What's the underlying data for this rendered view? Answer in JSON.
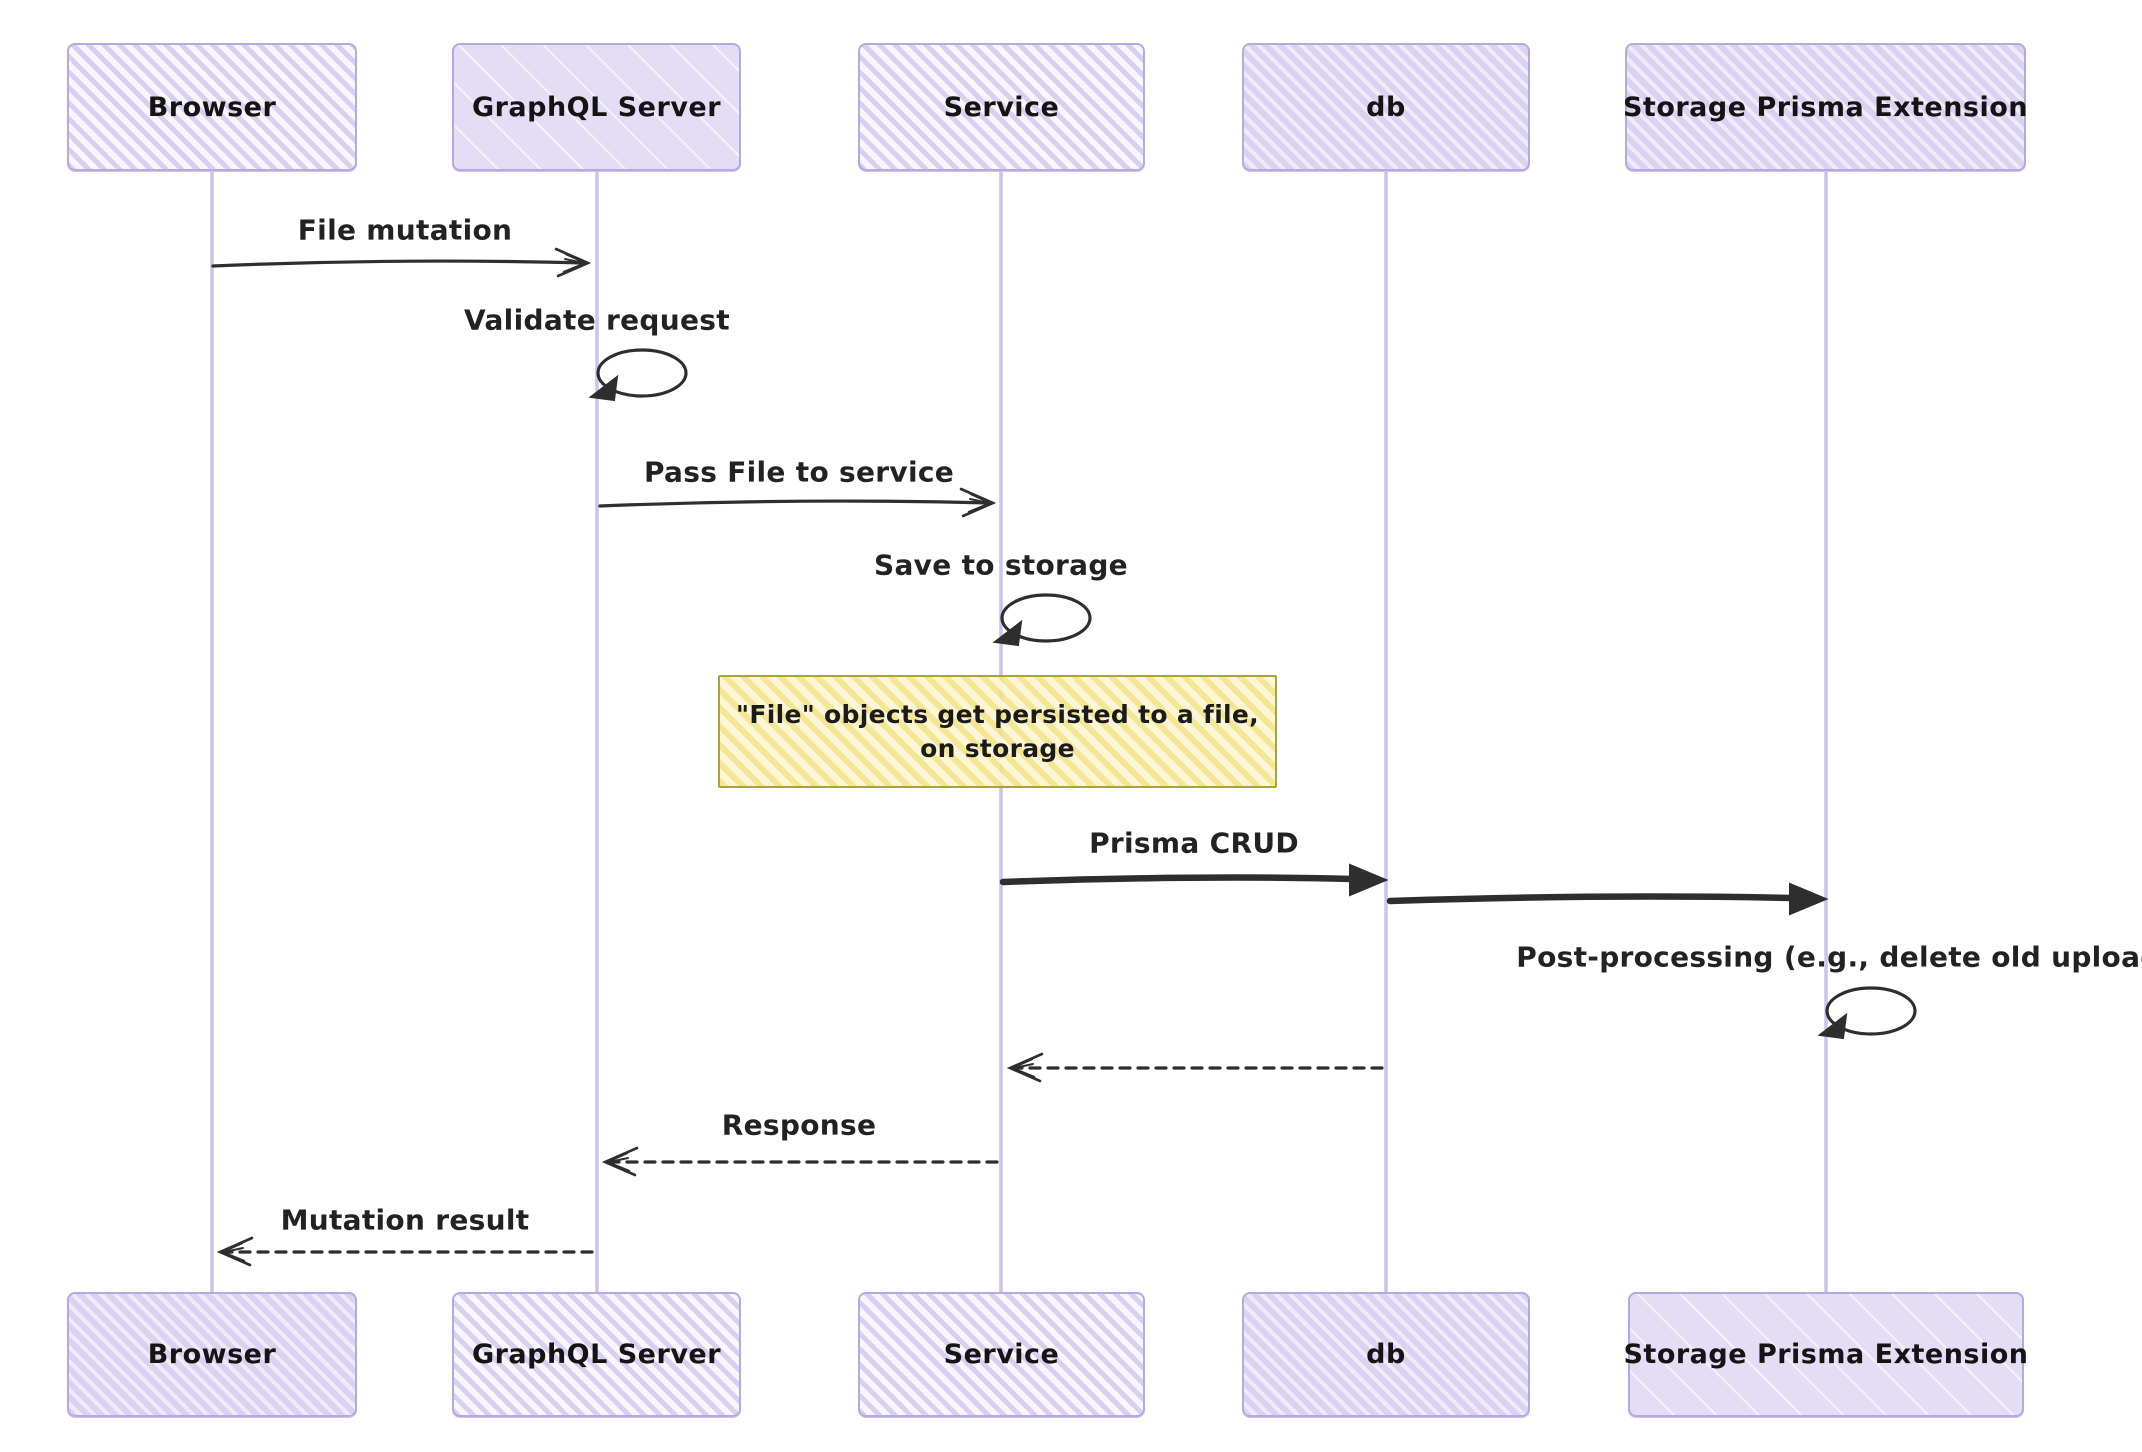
{
  "diagram": {
    "type": "sequence-diagram",
    "actors": [
      {
        "label": "Browser"
      },
      {
        "label": "GraphQL Server"
      },
      {
        "label": "Service"
      },
      {
        "label": "db"
      },
      {
        "label": "Storage Prisma Extension"
      }
    ],
    "messages": [
      {
        "from": "Browser",
        "to": "GraphQL Server",
        "label": "File mutation",
        "line": "solid"
      },
      {
        "from": "GraphQL Server",
        "to": "GraphQL Server",
        "label": "Validate request",
        "line": "self-loop"
      },
      {
        "from": "GraphQL Server",
        "to": "Service",
        "label": "Pass File to service",
        "line": "solid"
      },
      {
        "from": "Service",
        "to": "Service",
        "label": "Save to storage",
        "line": "self-loop"
      },
      {
        "from": "Service",
        "to": "db",
        "label": "Prisma CRUD",
        "line": "thick"
      },
      {
        "from": "db",
        "to": "Storage Prisma Extension",
        "label": "",
        "line": "thick"
      },
      {
        "from": "Storage Prisma Extension",
        "to": "Storage Prisma Extension",
        "label": "Post-processing (e.g., delete old upload)",
        "line": "self-loop"
      },
      {
        "from": "db",
        "to": "Service",
        "label": "",
        "line": "dashed"
      },
      {
        "from": "Service",
        "to": "GraphQL Server",
        "label": "Response",
        "line": "dashed"
      },
      {
        "from": "GraphQL Server",
        "to": "Browser",
        "label": "Mutation result",
        "line": "dashed"
      }
    ],
    "note": {
      "text": "\"File\" objects get persisted to a file,\non storage",
      "over": "Service"
    },
    "colors": {
      "actor_border": "#b5a9e0",
      "actor_fill": "#e3ddf5",
      "lifeline": "#cbc3eb",
      "note_border": "#a8a43c",
      "note_fill": "#fcf6d4",
      "arrow": "#2e2e2e",
      "text": "#1d1d1d"
    }
  }
}
